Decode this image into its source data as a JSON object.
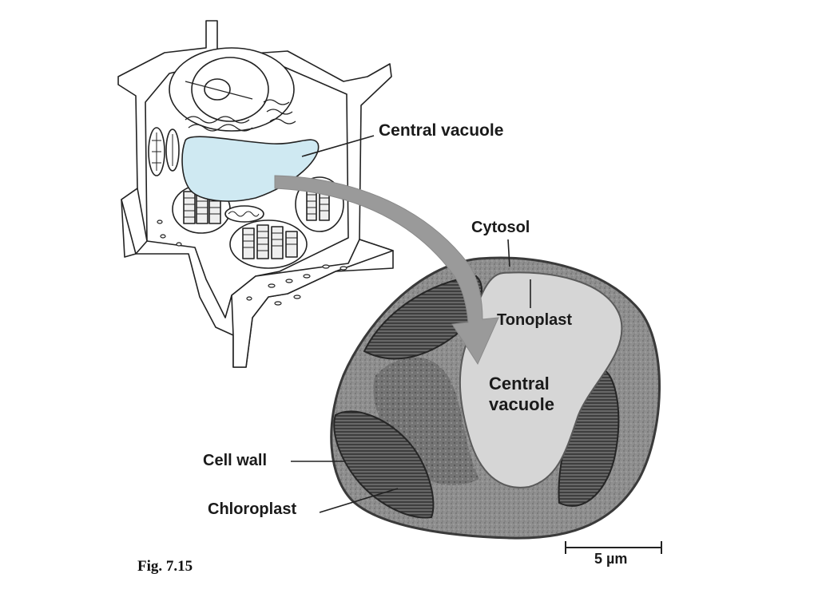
{
  "figure": {
    "figure_number": "Fig. 7.15",
    "colors": {
      "vacuole_highlight": "#cfe9f2",
      "arrow": "#9a9a9a",
      "micrograph_cytoplasm": "#8e8e8e",
      "micrograph_vacuole": "#d6d6d6",
      "chloroplast": "#3e3e3e"
    },
    "diagram_labels": {
      "central_vacuole": "Central vacuole"
    },
    "micrograph_labels": {
      "cytosol": "Cytosol",
      "tonoplast": "Tonoplast",
      "central_vacuole_line1": "Central",
      "central_vacuole_line2": "vacuole",
      "cell_wall": "Cell wall",
      "chloroplast": "Chloroplast"
    },
    "scale_bar": {
      "label": "5 µm"
    }
  }
}
